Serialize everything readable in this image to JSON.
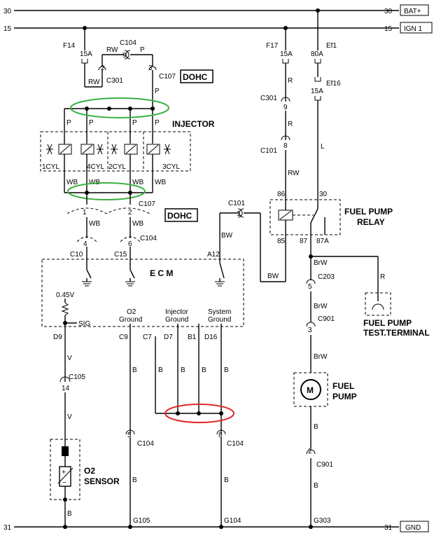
{
  "rails": {
    "bat_num": "30",
    "bat_label": "BAT+",
    "ign_num": "15",
    "ign_label": "IGN 1",
    "gnd_num": "31",
    "gnd_label": "GND"
  },
  "fuses": {
    "f14": "F14",
    "f14_rating": "15A",
    "f17": "F17",
    "f17_rating": "15A",
    "ef1": "Ef1",
    "ef1_rating": "80A",
    "ef16": "Ef16",
    "ef16_rating": "15A"
  },
  "connectors": {
    "c104": "C104",
    "c301": "C301",
    "c107": "C107",
    "c101": "C101",
    "c10": "C10",
    "c15": "C15",
    "a12": "A12",
    "c203": "C203",
    "c901": "C901",
    "c105": "C105",
    "pin_9": "9",
    "pin_2": "2",
    "pin_3": "3",
    "pin_8": "8",
    "pin_1": "1",
    "pin_4": "4",
    "pin_6": "6",
    "pin_5": "5",
    "pin_14": "14"
  },
  "wires": {
    "rw": "RW",
    "p": "P",
    "wb": "WB",
    "r": "R",
    "l": "L",
    "bw": "BW",
    "brw": "BrW",
    "v": "V",
    "b": "B"
  },
  "labels": {
    "dohc": "DOHC",
    "injector": "INJECTOR",
    "cyl1": "1CYL",
    "cyl4": "4CYL",
    "cyl2": "2CYL",
    "cyl3": "3CYL",
    "ecm": "E  C  M",
    "voltage": "0.45V",
    "sig": "SIG",
    "o2_ground_1": "O2",
    "o2_ground_2": "Ground",
    "inj_ground_1": "Injector",
    "inj_ground_2": "Ground",
    "sys_ground_1": "System",
    "sys_ground_2": "Ground",
    "pin_c7": "C7",
    "pin_d7": "D7",
    "pin_b1": "B1",
    "pin_d16": "D16",
    "pin_d9": "D9",
    "pin_c9": "C9",
    "relay_86": "86",
    "relay_30": "30",
    "relay_85": "85",
    "relay_87": "87",
    "relay_87a": "87A",
    "fuel_pump_relay_1": "FUEL PUMP",
    "fuel_pump_relay_2": "RELAY",
    "test_terminal_1": "FUEL PUMP",
    "test_terminal_2": "TEST.TERMINAL",
    "fuel_pump_1": "FUEL",
    "fuel_pump_2": "PUMP",
    "motor": "M",
    "o2_sensor_1": "O2",
    "o2_sensor_2": "SENSOR",
    "g105": "G105",
    "g104": "G104",
    "g303": "G303"
  },
  "highlight_colors": {
    "green": "#3cb043",
    "red": "#e0262b"
  }
}
